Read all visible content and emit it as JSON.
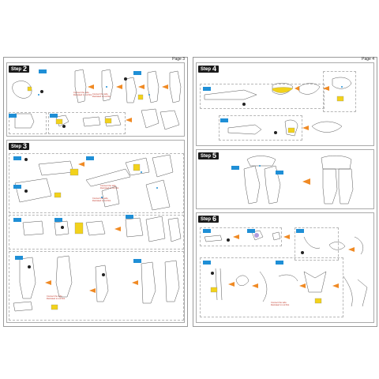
{
  "pages": [
    {
      "page_label": "Page 3"
    },
    {
      "page_label": "Page 4"
    }
  ],
  "steps": {
    "s2": {
      "word": "Step",
      "num": "2"
    },
    "s3": {
      "word": "Step",
      "num": "3"
    },
    "s4": {
      "word": "Step",
      "num": "4"
    },
    "s5": {
      "word": "Step",
      "num": "5"
    },
    "s6": {
      "word": "Step",
      "num": "6"
    }
  },
  "notes": {
    "n1": "Connect the tabs illustrated in red first",
    "n2": "Connect the tabs illustrated in red first",
    "n3": "Connect the tabs illustrated in red first",
    "n4": "Connect the tabs illustrated in red first",
    "n5": "Connect the tabs illustrated in red first",
    "n6": "Connect the tabs illustrated in red first"
  },
  "colors": {
    "frame": "#9a9a9a",
    "step_tab": "#1a1a1a",
    "highlight_yellow": "#f2d21b",
    "arrow_orange": "#f08a24",
    "callout_blue": "#1f8fd6",
    "note_red": "#c0392b"
  }
}
